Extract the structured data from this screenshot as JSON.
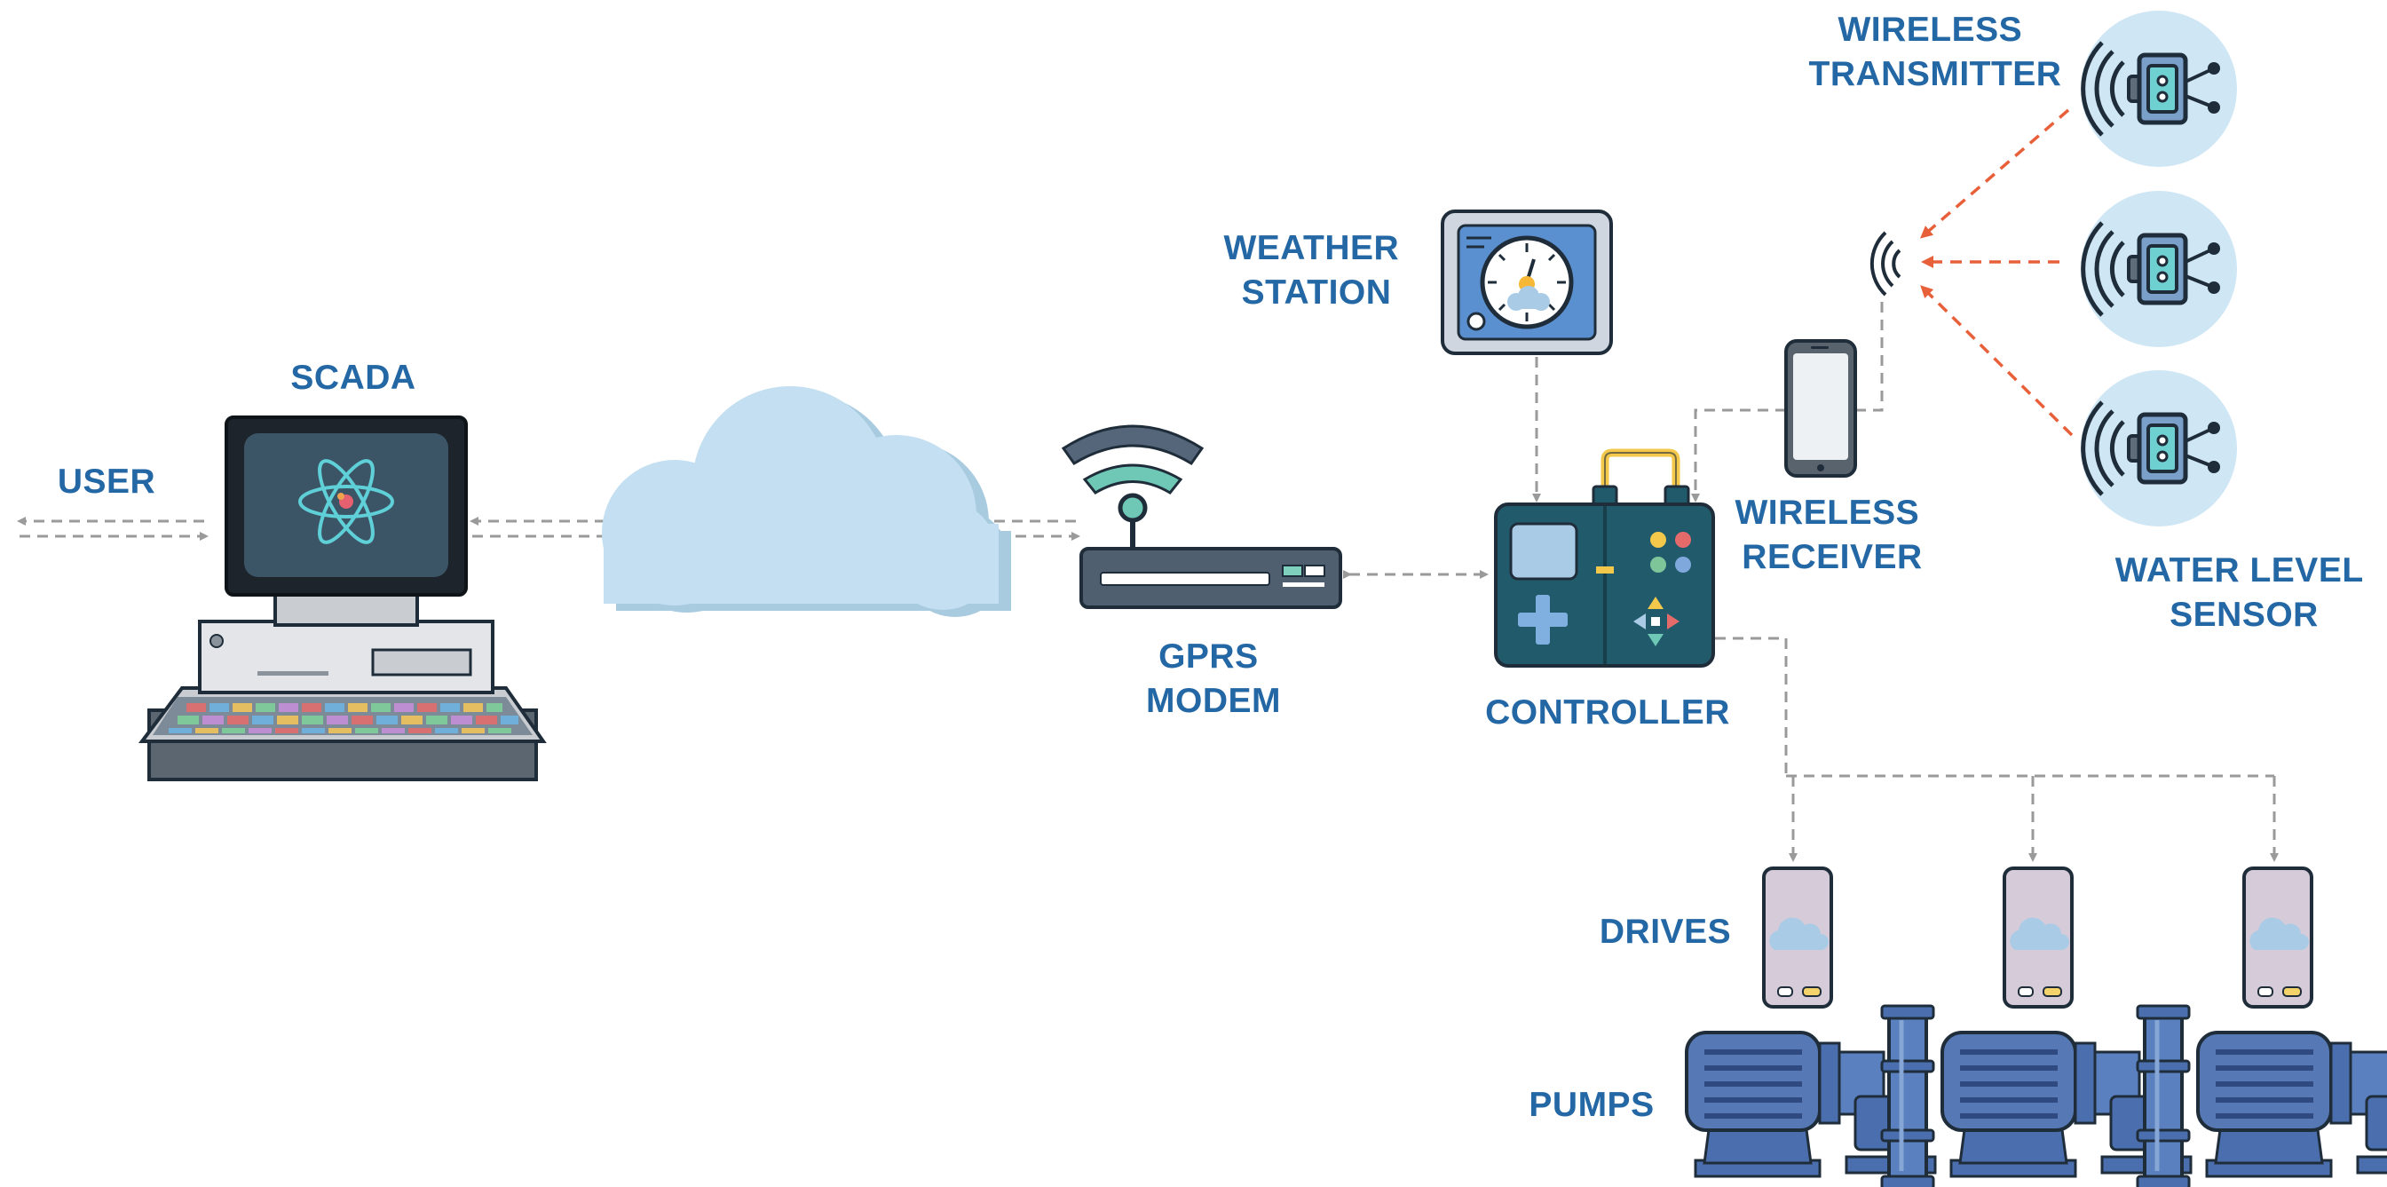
{
  "labels": {
    "user": "USER",
    "scada": "SCADA",
    "gprs_line1": "GPRS",
    "gprs_line2": "MODEM",
    "weather_line1": "WEATHER",
    "weather_line2": "STATION",
    "controller": "CONTROLLER",
    "receiver_line1": "WIRELESS",
    "receiver_line2": "RECEIVER",
    "transmitter_line1": "WIRELESS",
    "transmitter_line2": "TRANSMITTER",
    "sensor_line1": "WATER LEVEL",
    "sensor_line2": "SENSOR",
    "drives": "DRIVES",
    "pumps": "PUMPS"
  },
  "colors": {
    "label_blue": "#2467a5",
    "link_gray": "#9a9a9a",
    "wireless_orange": "#e8603a",
    "cloud_blue": "#c3dff1",
    "controller_teal": "#215b6b",
    "pump_blue": "#4b6fae",
    "sensor_circle": "#cfe6f5"
  },
  "icons": [
    "computer-icon",
    "cloud-icon",
    "modem-icon",
    "weather-station-icon",
    "controller-icon",
    "smartphone-icon",
    "wireless-signal-icon",
    "water-level-sensor-icon",
    "drive-icon",
    "pump-icon"
  ]
}
